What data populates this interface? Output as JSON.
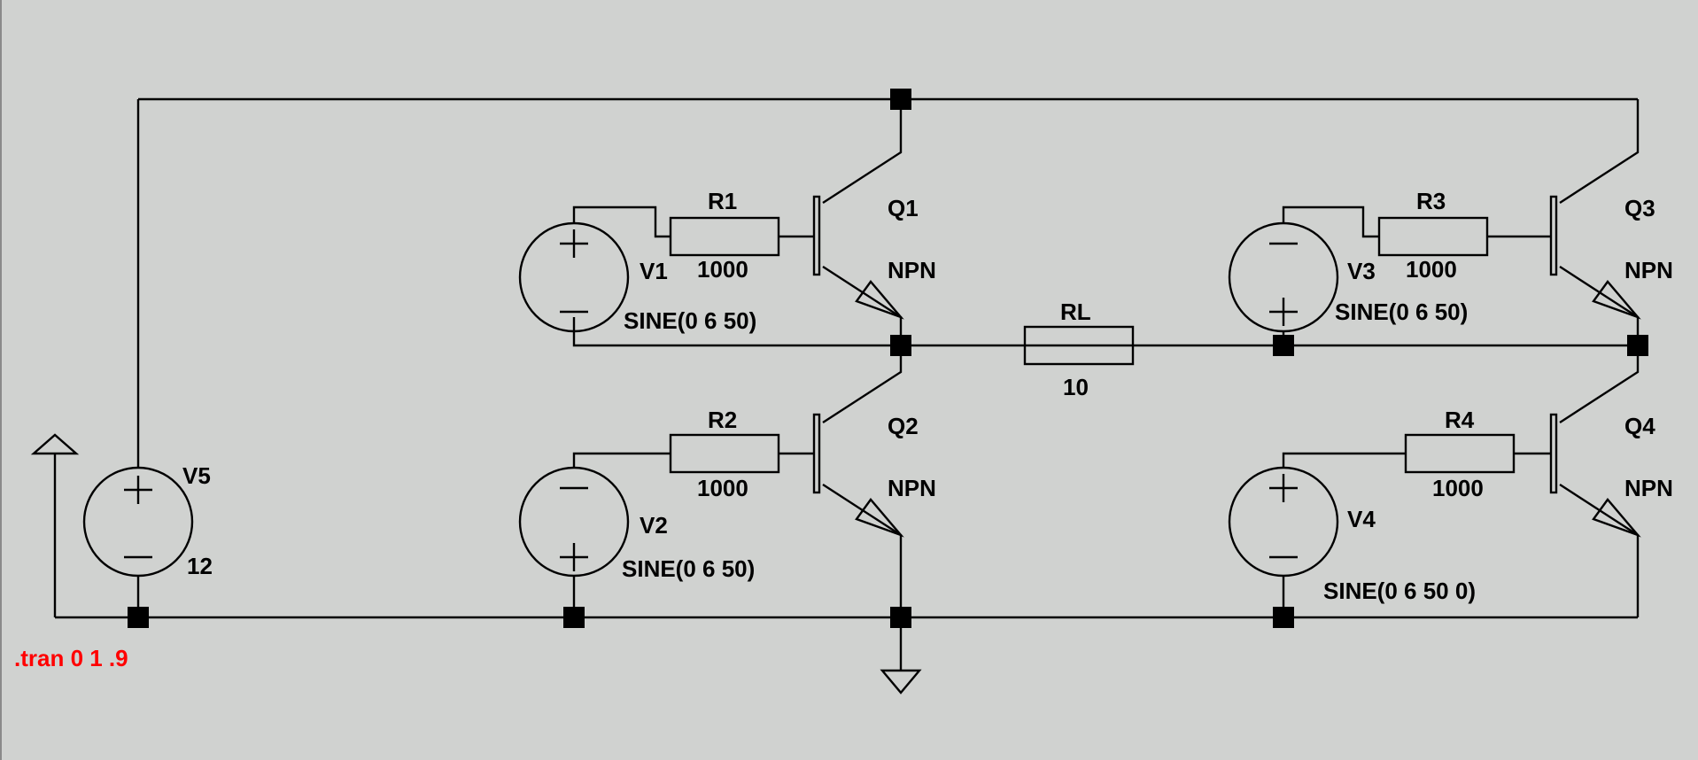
{
  "colors": {
    "background": "#d0d2d0",
    "wire": "#000000",
    "directive": "#ff0000"
  },
  "components": {
    "V1": {
      "name": "V1",
      "value": "SINE(0 6 50)"
    },
    "V2": {
      "name": "V2",
      "value": "SINE(0 6 50)"
    },
    "V3": {
      "name": "V3",
      "value": "SINE(0 6 50)"
    },
    "V4": {
      "name": "V4",
      "value": "SINE(0 6 50 0)"
    },
    "V5": {
      "name": "V5",
      "value": "12"
    },
    "R1": {
      "name": "R1",
      "value": "1000"
    },
    "R2": {
      "name": "R2",
      "value": "1000"
    },
    "R3": {
      "name": "R3",
      "value": "1000"
    },
    "R4": {
      "name": "R4",
      "value": "1000"
    },
    "RL": {
      "name": "RL",
      "value": "10"
    },
    "Q1": {
      "name": "Q1",
      "model": "NPN"
    },
    "Q2": {
      "name": "Q2",
      "model": "NPN"
    },
    "Q3": {
      "name": "Q3",
      "model": "NPN"
    },
    "Q4": {
      "name": "Q4",
      "model": "NPN"
    }
  },
  "directive": ".tran 0 1 .9"
}
